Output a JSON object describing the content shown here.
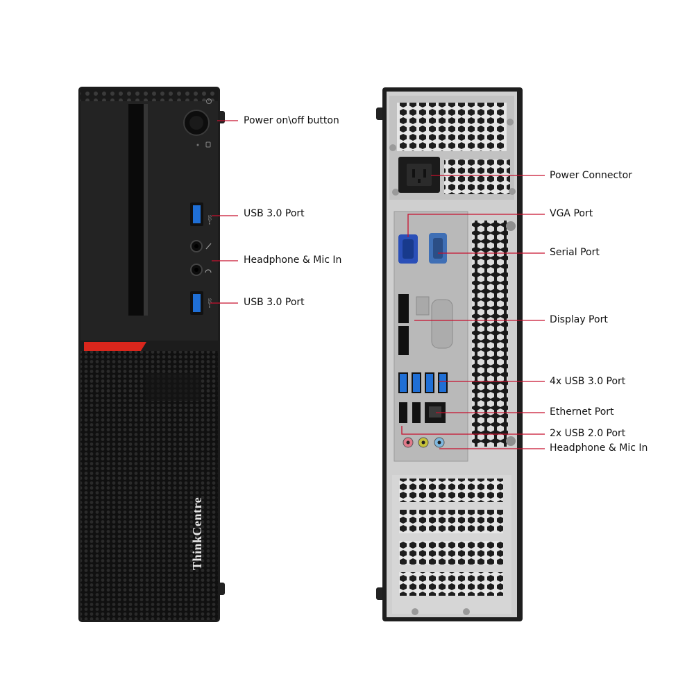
{
  "front_labels": {
    "power_button": "Power on\\off button",
    "usb_port_top": "USB 3.0 Port",
    "audio_jacks": "Headphone & Mic In",
    "usb_port_bottom": "USB 3.0 Port"
  },
  "rear_labels": {
    "power_connector": "Power Connector",
    "vga_port": "VGA Port",
    "serial_port": "Serial Port",
    "display_port": "Display Port",
    "usb3_ports": "4x USB 3.0 Port",
    "ethernet_port": "Ethernet Port",
    "usb2_ports": "2x USB 2.0 Port",
    "audio_jacks": "Headphone & Mic In"
  },
  "brand": {
    "name": "ThinkCentre"
  },
  "colors": {
    "chassis": "#1c1c1c",
    "accent_red": "#d9261c",
    "usb3_blue": "#1f6fd6",
    "vga_blue": "#2a4fb8",
    "serial_blue": "#3f6fb5",
    "leader_line": "#c8102e",
    "io_plate": "#b9b9b9"
  },
  "icons": [
    "power-icon",
    "drive-activity-icon",
    "mic-icon",
    "headphone-icon",
    "ss-usb-icon"
  ]
}
